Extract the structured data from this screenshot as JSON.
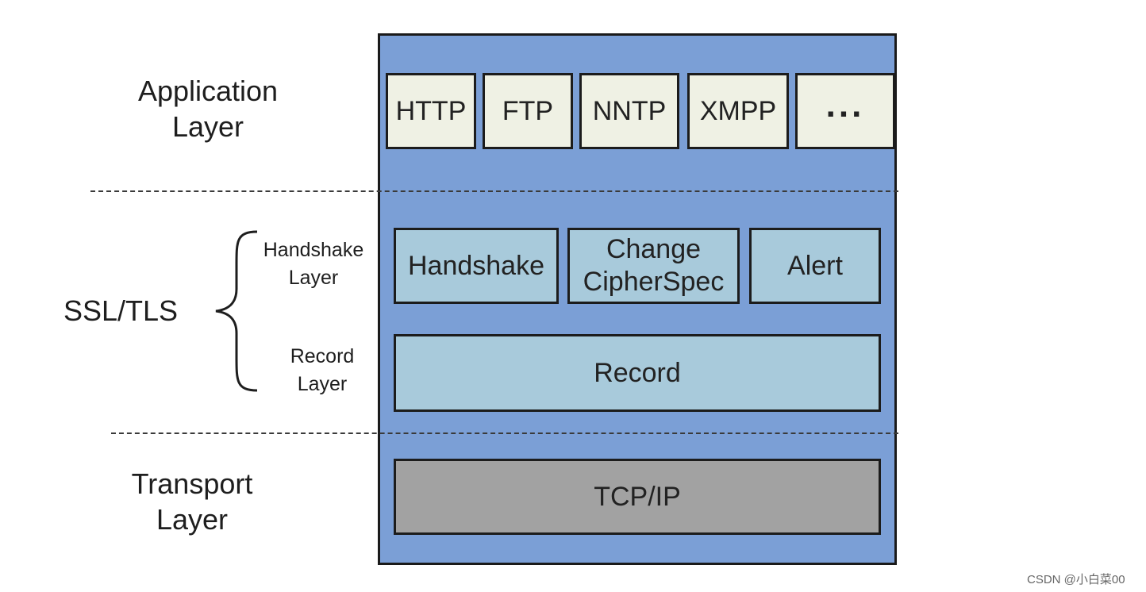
{
  "labels": {
    "application_layer": [
      "Application",
      "Layer"
    ],
    "ssl_tls": "SSL/TLS",
    "handshake_layer": [
      "Handshake",
      "Layer"
    ],
    "record_layer": [
      "Record",
      "Layer"
    ],
    "transport_layer": [
      "Transport",
      "Layer"
    ]
  },
  "application_protocols": [
    "HTTP",
    "FTP",
    "NNTP",
    "XMPP",
    "..."
  ],
  "tls_protocols": {
    "handshake": "Handshake",
    "change_cipher_spec": [
      "Change",
      "CipherSpec"
    ],
    "alert": "Alert",
    "record": "Record"
  },
  "transport_protocol": "TCP/IP",
  "watermark": "CSDN @小白菜00",
  "colors": {
    "stack_background": "#7b9fd6",
    "application_box": "#eff1e4",
    "tls_box": "#a8cadb",
    "transport_box": "#a2a2a2"
  }
}
